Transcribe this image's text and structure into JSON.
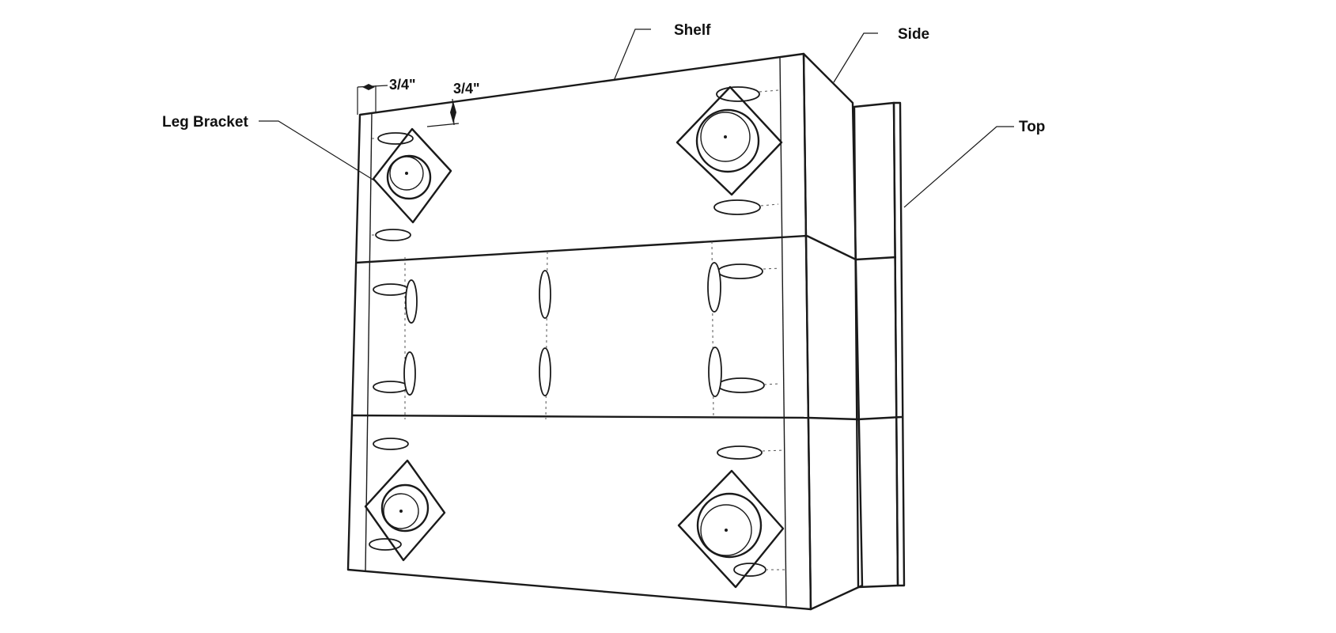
{
  "labels": {
    "shelf": "Shelf",
    "side": "Side",
    "top": "Top",
    "leg_bracket": "Leg Bracket",
    "dim_horizontal": "3/4\"",
    "dim_vertical": "3/4\""
  },
  "colors": {
    "wood_face": "#E6CC8C",
    "wood_side": "#9A8A58",
    "bracket": "#A9A9A9",
    "line": "#1A1A1A"
  }
}
